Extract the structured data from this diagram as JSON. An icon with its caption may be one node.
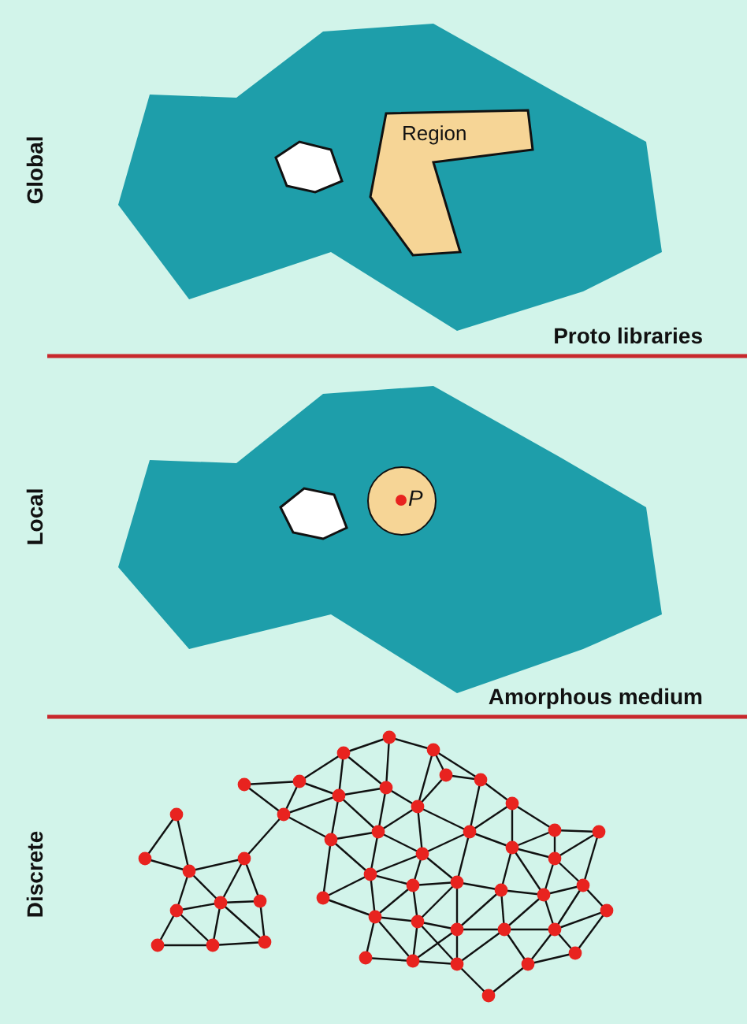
{
  "diagram": {
    "nodes": [
      {
        "text": [
          "Region"
        ]
      },
      {
        "text": [
          "P"
        ]
      }
    ],
    "labels": [
      "Global",
      "Proto libraries",
      "Local",
      "Amorphous medium",
      "Discrete"
    ]
  }
}
